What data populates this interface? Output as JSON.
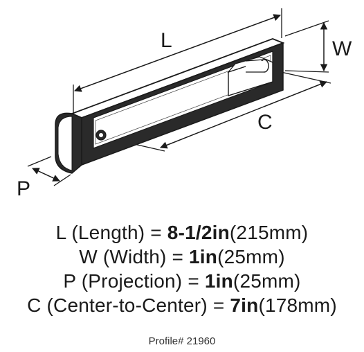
{
  "dimension_labels": {
    "L": "L",
    "W": "W",
    "C": "C",
    "P": "P"
  },
  "specs": [
    {
      "letter": "L",
      "desc": " (Length) = ",
      "value": "8-1/2in",
      "metric": "(215mm)"
    },
    {
      "letter": "W",
      "desc": " (Width) = ",
      "value": "1in",
      "metric": "(25mm)"
    },
    {
      "letter": "P",
      "desc": " (Projection) = ",
      "value": "1in",
      "metric": "(25mm)"
    },
    {
      "letter": "C",
      "desc": " (Center-to-Center) = ",
      "value": "7in",
      "metric": "(178mm)"
    }
  ],
  "profile": "Profile# 21960",
  "colors": {
    "ink": "#1a1a1a",
    "handle_dark": "#2a2a2a",
    "handle_light": "#ffffff"
  }
}
